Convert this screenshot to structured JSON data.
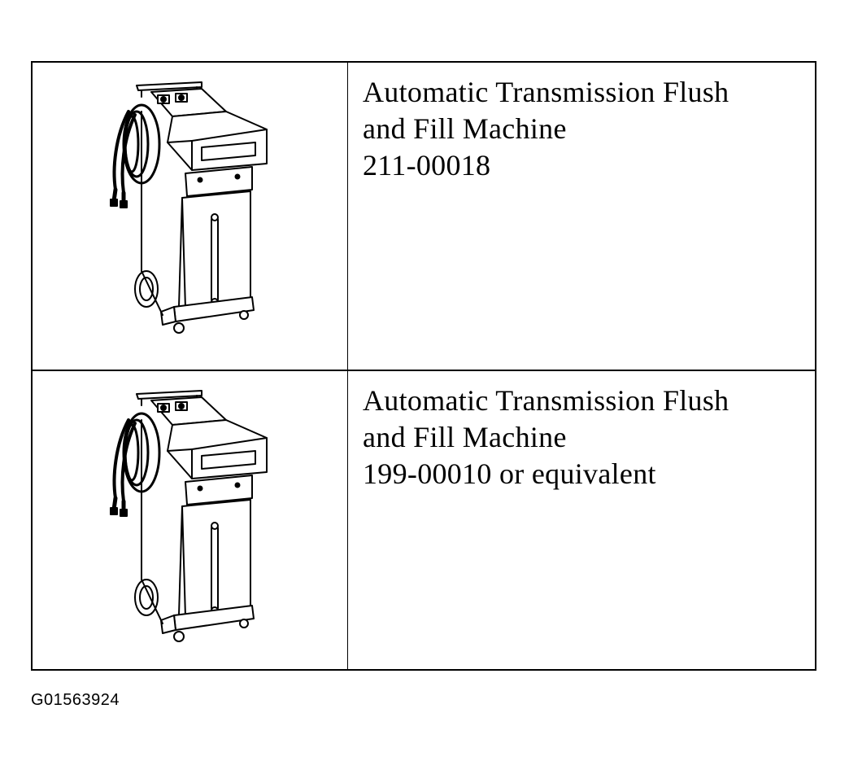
{
  "tools": [
    {
      "lines": [
        "Automatic Transmission Flush",
        "and Fill Machine",
        "211-00018"
      ],
      "illustration_icon": "transmission-flush-machine-icon"
    },
    {
      "lines": [
        "Automatic Transmission Flush",
        "and Fill Machine",
        "199-00010 or equivalent"
      ],
      "illustration_icon": "transmission-flush-machine-icon"
    }
  ],
  "caption": "G01563924"
}
